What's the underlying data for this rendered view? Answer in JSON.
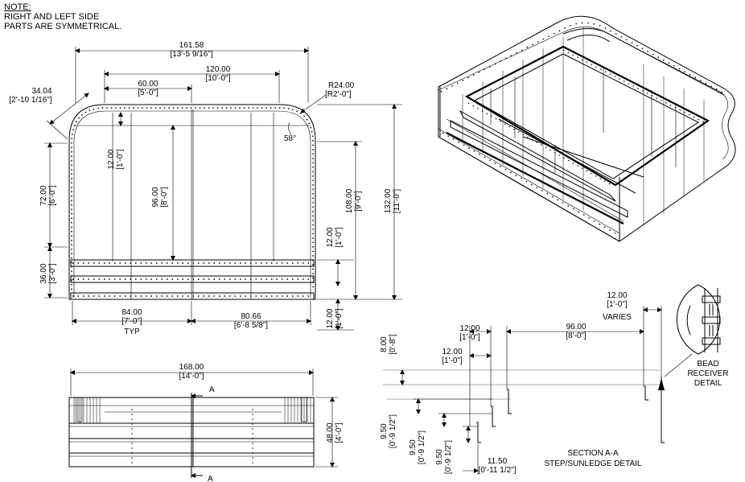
{
  "note": {
    "heading": "NOTE:",
    "line1": "RIGHT AND LEFT SIDE",
    "line2": "PARTS ARE SYMMETRICAL."
  },
  "plan": {
    "overall_width": "161.58",
    "overall_width_ft": "[13'-5 9/16\"]",
    "inner_width": "120.00",
    "inner_width_ft": "[10'-0\"]",
    "half_width": "60.00",
    "half_width_ft": "[5'-0\"]",
    "corner_diag": "34.04",
    "corner_diag_ft": "[2'-10 1/16\"]",
    "radius": "R24.00",
    "radius_ft": "[R2'-0\"]",
    "angle": "58°",
    "h12": "12.00",
    "h12_ft": "[1'-0\"]",
    "h96": "96.00",
    "h96_ft": "[8'-0\"]",
    "h72": "72.00",
    "h72_ft": "[6'-0\"]",
    "h36": "36.00",
    "h36_ft": "[3'-0\"]",
    "h108": "108.00",
    "h108_ft": "[9'-0\"]",
    "h132": "132.00",
    "h132_ft": "[11'-0\"]",
    "r12a": "12.00",
    "r12a_ft": "[1'-0\"]",
    "r12b": "12.00",
    "r12b_ft": "[1'-0\"]",
    "w84": "84.00",
    "w84_ft": "[7'-0\"]",
    "typ": "TYP",
    "w80": "80.66",
    "w80_ft": "[6'-8 5/8\"]"
  },
  "elevation": {
    "width": "168.00",
    "width_ft": "[14'-0\"]",
    "height": "48.00",
    "height_ft": "[4'-0\"]",
    "cut_top": "A",
    "cut_bottom": "A"
  },
  "section": {
    "d12a": "12.00",
    "d12a_ft": "[1'-0\"]",
    "d96": "96.00",
    "d96_ft": "[8'-0\"]",
    "d12b": "12.00",
    "d12b_ft": "[1'-0\"]",
    "d12c": "12.00",
    "d12c_ft": "[1'-0\"]",
    "varies": "VARIES",
    "d8": "8.00",
    "d8_ft": "[0'-8\"]",
    "s1": "9.50",
    "s1_ft": "[0'-9 1/2\"]",
    "s2": "9.50",
    "s2_ft": "[0'-9 1/2\"]",
    "s3": "9.50",
    "s3_ft": "[0'-9 1/2\"]",
    "d1150": "11.50",
    "d1150_ft": "[0'-11 1/2\"]",
    "title1": "SECTION A-A",
    "title2": "STEP/SUNLEDGE DETAIL"
  },
  "bead": {
    "line1": "BEAD",
    "line2": "RECEIVER",
    "line3": "DETAIL"
  }
}
